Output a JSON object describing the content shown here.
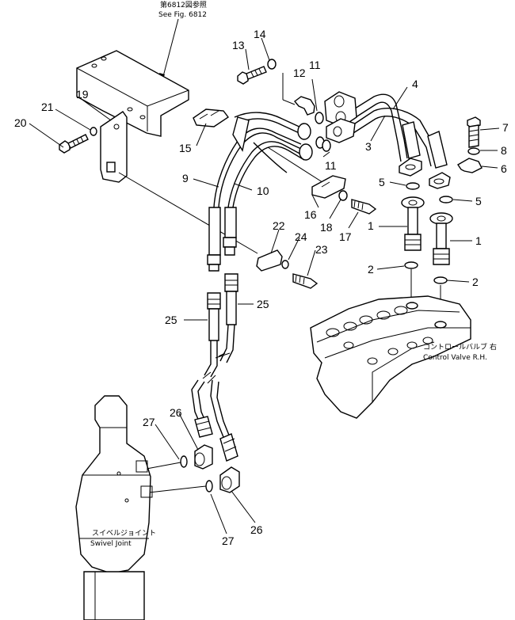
{
  "references": {
    "top_ref_jp": "第6812図参照",
    "top_ref_en": "See Fig. 6812",
    "control_valve_jp": "コントロールバルブ 右",
    "control_valve_en": "Control Valve R.H.",
    "swivel_joint_jp": "スイベルジョイント",
    "swivel_joint_en": "Swivel Joint"
  },
  "callouts": {
    "c1a": "1",
    "c1b": "1",
    "c2a": "2",
    "c2b": "2",
    "c3": "3",
    "c4": "4",
    "c5a": "5",
    "c5b": "5",
    "c6": "6",
    "c7": "7",
    "c8": "8",
    "c9": "9",
    "c10": "10",
    "c11a": "11",
    "c11b": "11",
    "c12": "12",
    "c13": "13",
    "c14": "14",
    "c15": "15",
    "c16": "16",
    "c17": "17",
    "c18": "18",
    "c19": "19",
    "c20": "20",
    "c21": "21",
    "c22": "22",
    "c23": "23",
    "c24": "24",
    "c25a": "25",
    "c25b": "25",
    "c26a": "26",
    "c26b": "26",
    "c27a": "27",
    "c27b": "27"
  }
}
